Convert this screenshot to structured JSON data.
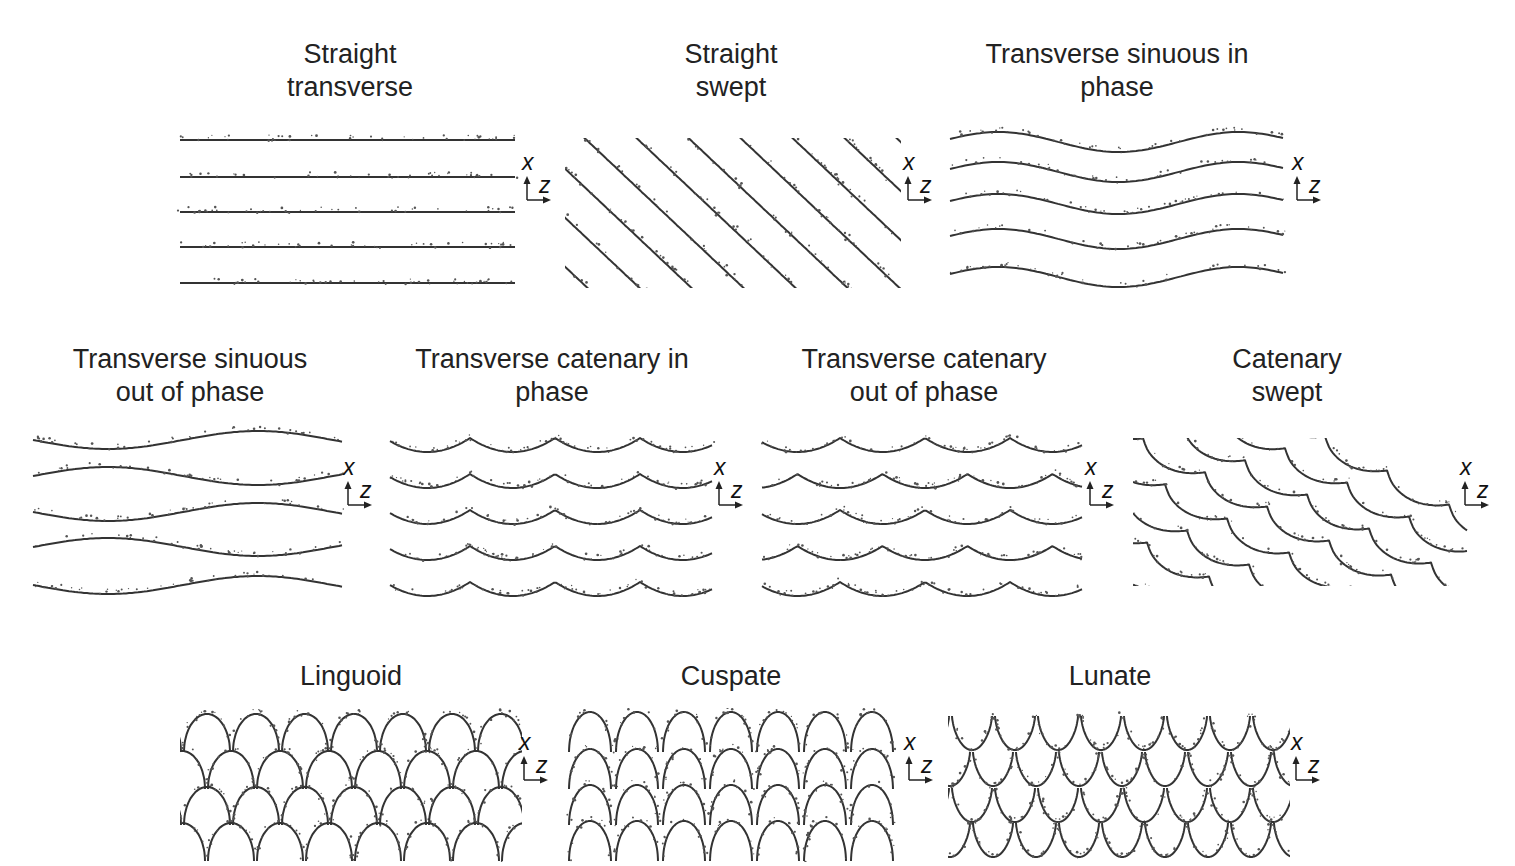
{
  "diagram": {
    "labels": [
      "Straight transverse",
      "x",
      "z",
      "Straight swept",
      "x",
      "z",
      "Transverse sinuous in phase",
      "x",
      "z",
      "Transverse sinuous out of phase",
      "x",
      "z",
      "Transverse catenary in phase",
      "x",
      "z",
      "Transverse catenary out of phase",
      "x",
      "z",
      "Catenary swept",
      "x",
      "z",
      "Linguoid",
      "x",
      "z",
      "Cuspate",
      "x",
      "z",
      "Lunate",
      "x",
      "z"
    ]
  }
}
